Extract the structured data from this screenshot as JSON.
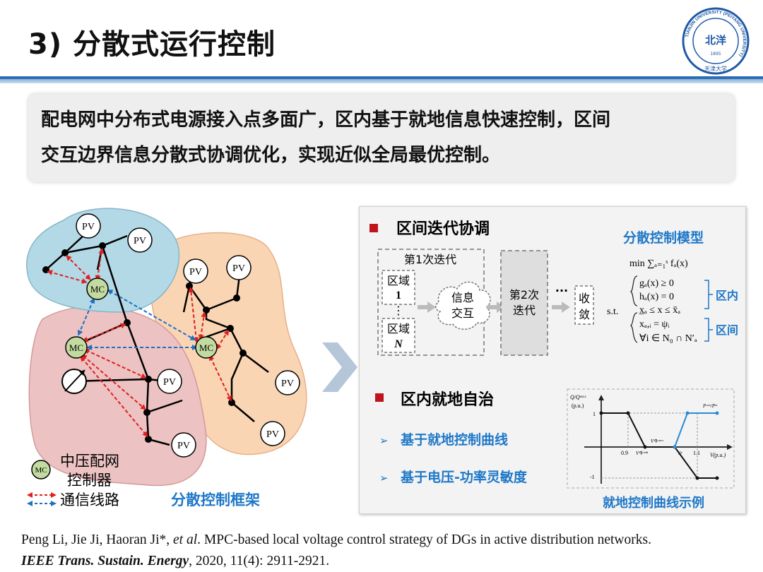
{
  "slide": {
    "title": "3) 分散式运行控制",
    "intro_line1": "配电网中分布式电源接入点多面广，区内基于就地信息快速控制，区间",
    "intro_line2": "交互边界信息分散式协调优化，实现近似全局最优控制。"
  },
  "logo": {
    "center_text": "北洋",
    "ring_text": "TIANJIN UNIVERSITY (PEIYANG UNIVERSITY)",
    "year": "1895",
    "chinese_name": "天津大学"
  },
  "framework": {
    "pv": "PV",
    "mc": "MC",
    "legend_line1": "中压配网",
    "legend_line2": "控制器",
    "legend_comm": "通信线路",
    "caption": "分散控制框架"
  },
  "colors": {
    "blue_region": "#b3d9e6",
    "red_region": "#ecc2c2",
    "orange_region": "#f9d5b4",
    "mc_fill": "#c3dba0",
    "red_arrow": "#e02020",
    "blue_arrow": "#2070c0",
    "accent_blue": "#1e78c8",
    "bullet_red": "#c0141c"
  },
  "panel": {
    "section1": "区间迭代协调",
    "iter1": "第1次迭代",
    "region_label": "区域",
    "region1_num": "1",
    "regionN": "N",
    "vdots": "⋮",
    "info_line1": "信息",
    "info_line2": "交互",
    "iter2_line1": "第2次",
    "iter2_line2": "迭代",
    "ellipsis": "···",
    "converge1": "收",
    "converge2": "敛",
    "model_title": "分散控制模型",
    "objective": "min ∑ₐ₌₁ˢ fₐ(x)",
    "st": "s.t.",
    "c1": "gₐ(x) ≥ 0",
    "c2": "hₐ(x) = 0",
    "c3": "x̲ₐ ≤ x ≤ x̄ₐ",
    "c4": "xₐ,ᵢ = ψᵢ",
    "c5": "∀i ∈ N₀ ∩ N′ₐ",
    "intra": "区内",
    "inter": "区间",
    "section2": "区内就地自治",
    "bullet1": "基于就地控制曲线",
    "bullet2": "基于电压-功率灵敏度",
    "curve_caption": "就地控制曲线示例"
  },
  "curve": {
    "y_axis_label": "Q/Qᵐᵃˣ",
    "y_unit": "(p.u.)",
    "x_axis_label": "V(p.u.)",
    "y_tick_pos": "1",
    "y_tick_neg": "-1",
    "x_tick_09": "0.9",
    "x_tick_11": "1.1",
    "v_qmin": "Vᑫ·ᵐⁱⁿ",
    "v_qmax": "Vᑫ·ᵐᵃˣ",
    "v_p": "Vᵖ",
    "p_label": "Pᶜᵘʳᵗ/Pᵐ"
  },
  "reference": {
    "authors": "Peng Li, Jie Ji, Haoran Ji*, ",
    "etal": "et al",
    "title": ". MPC-based local voltage control strategy of DGs in active distribution networks.",
    "journal": "IEEE Trans. Sustain. Energy",
    "details": ", 2020, 11(4): 2911-2921."
  }
}
